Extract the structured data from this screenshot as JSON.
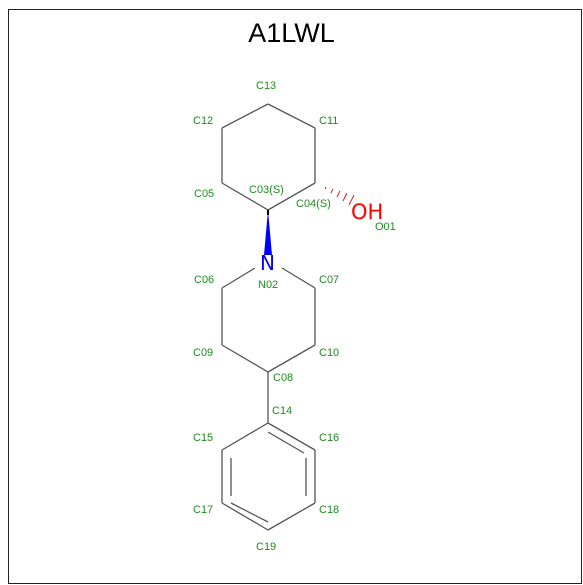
{
  "title": "A1LWL",
  "colors": {
    "bond": "#555555",
    "label": "#1e8c1e",
    "nitrogen": "#0000ff",
    "oxygen": "#ff0000",
    "frame": "#222222"
  },
  "atoms": {
    "C13": "C13",
    "C12": "C12",
    "C11": "C11",
    "C05": "C05",
    "C03": "C03(S)",
    "C04": "C04(S)",
    "O01": "O01",
    "N02": "N02",
    "C06": "C06",
    "C07": "C07",
    "C09": "C09",
    "C10": "C10",
    "C08": "C08",
    "C14": "C14",
    "C15": "C15",
    "C16": "C16",
    "C17": "C17",
    "C18": "C18",
    "C19": "C19"
  },
  "symbols": {
    "oxygen": "OH",
    "nitrogen": "N"
  }
}
